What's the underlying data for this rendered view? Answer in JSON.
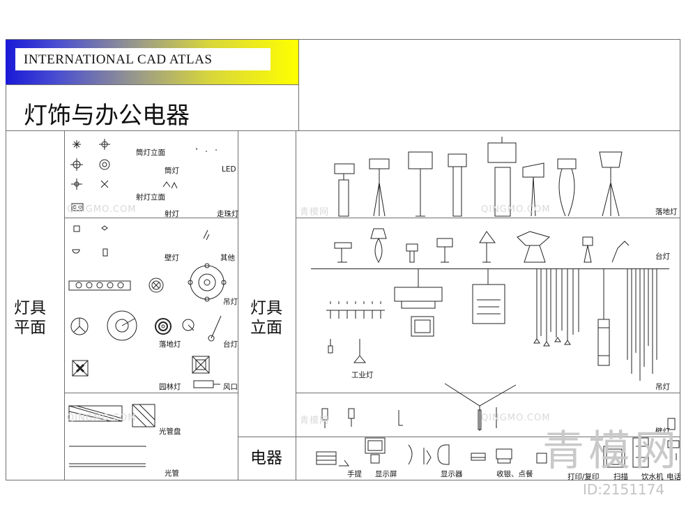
{
  "header": {
    "atlas_title": "INTERNATIONAL CAD ATLAS",
    "main_title": "灯饰与办公电器",
    "gradient_colors": [
      "#1a1ad8",
      "#ffff00"
    ]
  },
  "categories": {
    "lamp_plan": "灯具\n平面",
    "lamp_elevation": "灯具\n立面",
    "appliances": "电器"
  },
  "plan_labels": {
    "downlight_elev": "筒灯立面",
    "downlight": "筒灯",
    "led": "LED",
    "spot_elev": "射灯立面",
    "spotlight": "射灯",
    "track_light": "走珠灯",
    "wall_lamp": "壁灯",
    "other": "其他",
    "pendant": "吊灯",
    "floor_lamp": "落地灯",
    "table_lamp": "台灯",
    "garden_lamp": "园林灯",
    "vent": "风口",
    "light_panel": "光管盘",
    "light_tube": "光管"
  },
  "elevation_labels": {
    "floor_lamp": "落地灯",
    "table_lamp": "台灯",
    "industrial": "工业灯",
    "pendant": "吊灯",
    "wall_lamp": "壁灯"
  },
  "appliance_labels": {
    "handheld": "手提",
    "display": "显示屏",
    "monitor": "显示器",
    "cashier": "收银、点餐",
    "print_copy": "打印/复印",
    "scan": "扫描",
    "water_dispenser": "饮水机",
    "phone": "电话"
  },
  "watermark": {
    "small": "QINGMO.COM",
    "small_cn": "青模网",
    "big": "青模网",
    "id": "ID:2151174"
  },
  "line_color": "#6f6f6f"
}
